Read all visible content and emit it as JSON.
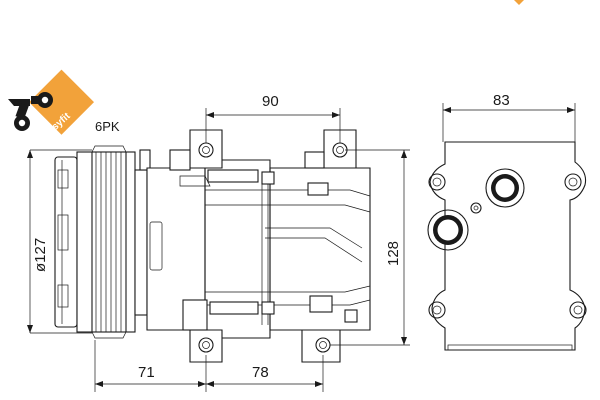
{
  "badge": {
    "text": "easyfit",
    "color": "#f2a23a",
    "icon": "wrench-icon"
  },
  "labels": {
    "belt": "6PK"
  },
  "dimensions": {
    "top_width": "90",
    "side_width": "83",
    "pulley_diameter": "ø127",
    "height": "128",
    "bottom_left": "71",
    "bottom_right": "78"
  },
  "colors": {
    "line": "#1a1a1a",
    "background": "#ffffff",
    "accent": "#f2a23a"
  }
}
